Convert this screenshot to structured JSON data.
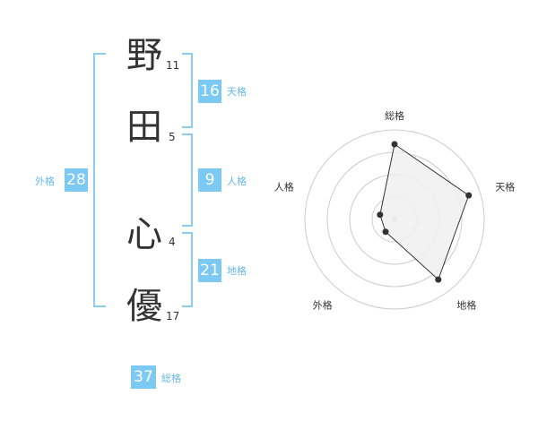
{
  "name": {
    "chars": [
      {
        "char": "野",
        "strokes": "11"
      },
      {
        "char": "田",
        "strokes": "5"
      },
      {
        "char": "心",
        "strokes": "4"
      },
      {
        "char": "優",
        "strokes": "17"
      }
    ]
  },
  "kaku": {
    "tenkaku": {
      "value": "16",
      "label": "天格"
    },
    "jinkaku": {
      "value": "9",
      "label": "人格"
    },
    "chikaku": {
      "value": "21",
      "label": "地格"
    },
    "gaikaku": {
      "value": "28",
      "label": "外格"
    },
    "soukaku": {
      "value": "37",
      "label": "総格"
    }
  },
  "colors": {
    "badge": "#7cc9f4",
    "label": "#66b8ea",
    "bracket": "#8ecdf3",
    "radar_fill": "#f0f0f0"
  },
  "chart_data": {
    "type": "radar",
    "axes": [
      "総格",
      "天格",
      "地格",
      "外格",
      "人格"
    ],
    "values": [
      0.84,
      0.87,
      0.83,
      0.17,
      0.17
    ],
    "rings": 4,
    "range": [
      0,
      1
    ]
  }
}
